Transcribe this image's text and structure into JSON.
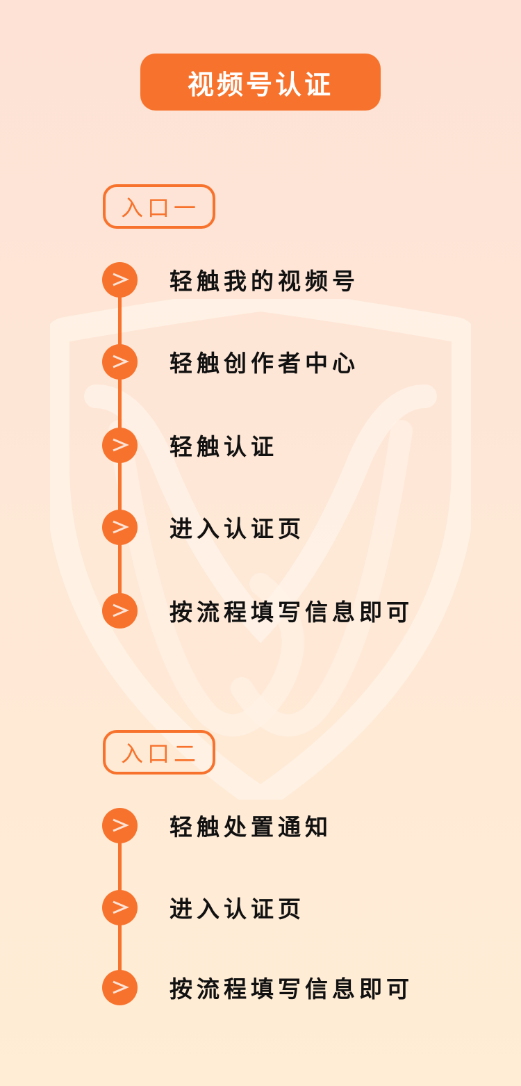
{
  "title": "视频号认证",
  "colors": {
    "accent": "#F7732D",
    "text": "#111111",
    "background_top": "#FDE2D5",
    "background_bottom": "#FFEDD5",
    "watermark": "#FFF3E8"
  },
  "sections": [
    {
      "badge": "入口一",
      "steps": [
        {
          "icon": "chevron-right-icon",
          "label": "轻触我的视频号"
        },
        {
          "icon": "chevron-right-icon",
          "label": "轻触创作者中心"
        },
        {
          "icon": "chevron-right-icon",
          "label": "轻触认证"
        },
        {
          "icon": "chevron-right-icon",
          "label": "进入认证页"
        },
        {
          "icon": "chevron-right-icon",
          "label": "按流程填写信息即可"
        }
      ]
    },
    {
      "badge": "入口二",
      "steps": [
        {
          "icon": "chevron-right-icon",
          "label": "轻触处置通知"
        },
        {
          "icon": "chevron-right-icon",
          "label": "进入认证页"
        },
        {
          "icon": "chevron-right-icon",
          "label": "按流程填写信息即可"
        }
      ]
    }
  ],
  "watermark_icon": "shield-icon"
}
